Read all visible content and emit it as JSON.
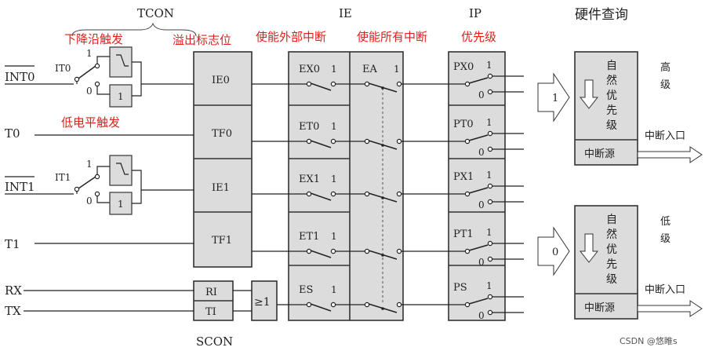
{
  "headings": {
    "tcon": "TCON",
    "ie": "IE",
    "ip": "IP",
    "query": "硬件查询",
    "scon": "SCON"
  },
  "annotations": {
    "falling_edge": "下降沿触发",
    "overflow_flag": "溢出标志位",
    "enable_external": "使能外部中断",
    "enable_all": "使能所有中断",
    "priority": "优先级",
    "low_level": "低电平触发"
  },
  "sources": [
    {
      "name": "INT0",
      "overline": true
    },
    {
      "name": "T0",
      "overline": false
    },
    {
      "name": "INT1",
      "overline": true
    },
    {
      "name": "T1",
      "overline": false
    },
    {
      "name": "RX",
      "overline": false
    },
    {
      "name": "TX",
      "overline": false
    }
  ],
  "trigger": {
    "it0": "IT0",
    "it1": "IT1",
    "one": "1",
    "zero": "0",
    "gate_one": "1"
  },
  "flags": [
    "IE0",
    "TF0",
    "IE1",
    "TF1"
  ],
  "scon_flags": [
    "RI",
    "TI"
  ],
  "or_gate": "≥1",
  "ie_bits": [
    "EX0",
    "ET0",
    "EX1",
    "ET1",
    "ES"
  ],
  "ea": {
    "label": "EA",
    "one": "1"
  },
  "ip_bits": [
    "PX0",
    "PT0",
    "PX1",
    "PT1",
    "PS"
  ],
  "one": "1",
  "zero": "0",
  "query_boxes": [
    {
      "level_label": [
        "高",
        "级"
      ],
      "input_value": "1",
      "chars": [
        "自",
        "然",
        "优",
        "先",
        "级"
      ],
      "source_label": "中断源",
      "entry_label": "中断入口"
    },
    {
      "level_label": [
        "低",
        "级"
      ],
      "input_value": "0",
      "chars": [
        "自",
        "然",
        "优",
        "先",
        "级"
      ],
      "source_label": "中断源",
      "entry_label": "中断入口"
    }
  ],
  "watermark": "CSDN @悠睢s"
}
